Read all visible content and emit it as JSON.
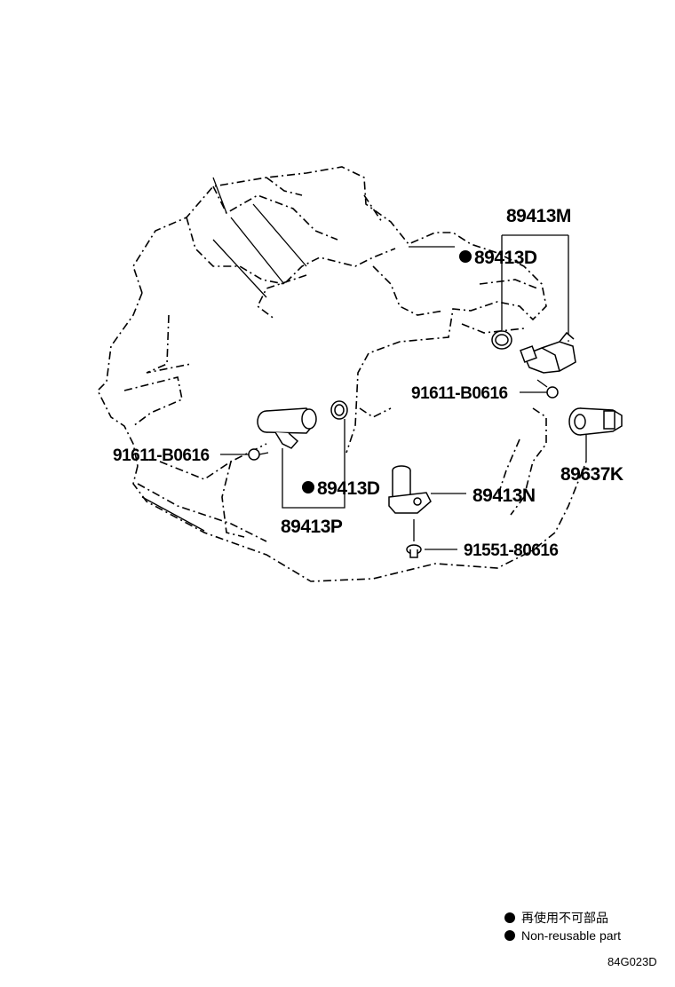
{
  "parts": {
    "p89413M": "89413M",
    "p89413D_top": "89413D",
    "p91611_right": "91611-B0616",
    "p89637K": "89637K",
    "p91611_left": "91611-B0616",
    "p89413D_mid": "89413D",
    "p89413N": "89413N",
    "p89413P": "89413P",
    "p91551": "91551-80616"
  },
  "legend": {
    "line1": "再使用不可部品",
    "line2": "Non-reusable part"
  },
  "diagram_code": "84G023D"
}
